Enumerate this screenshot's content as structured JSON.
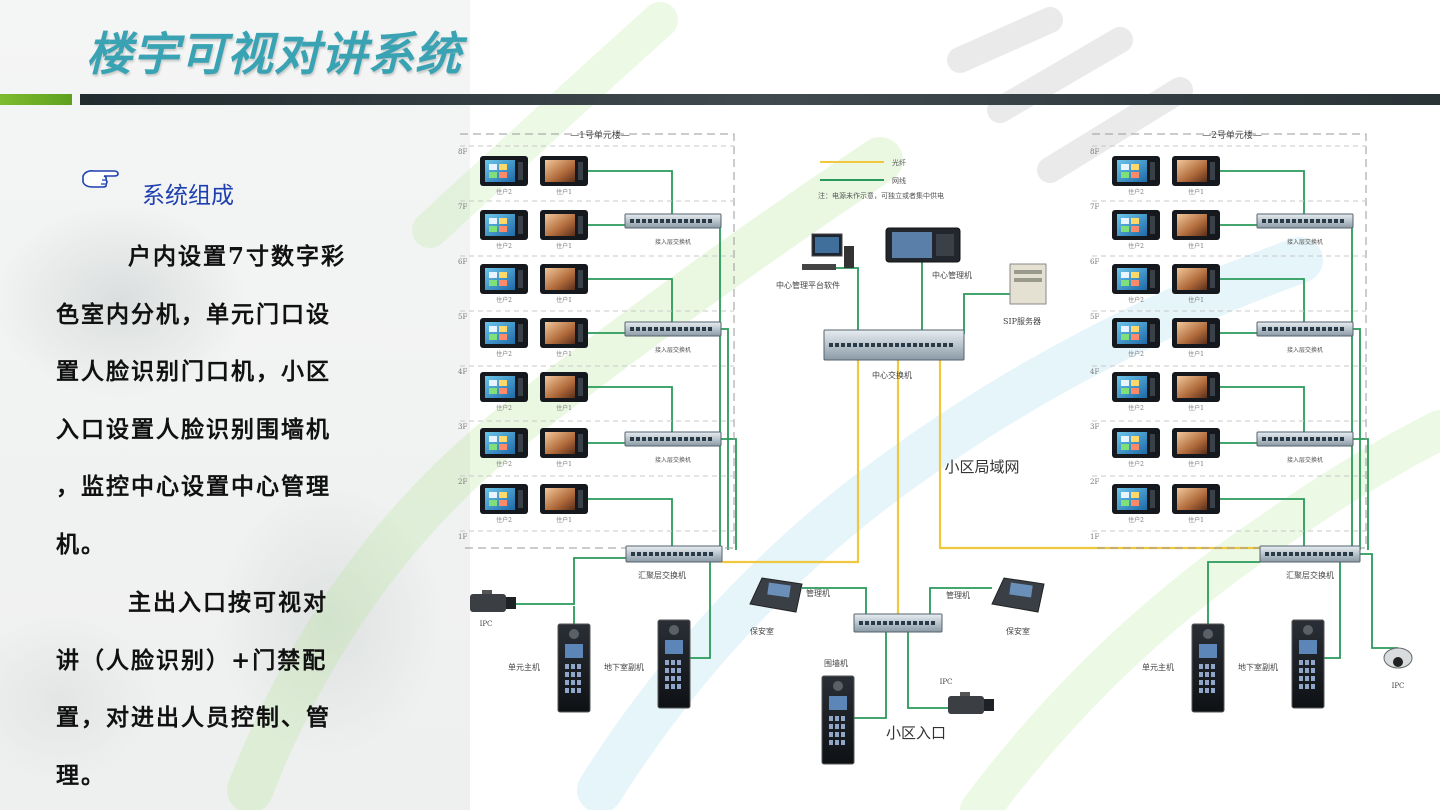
{
  "page": {
    "title": "楼宇可视对讲系统",
    "subhead": "系统组成",
    "para1_lines": [
      "户内设置7寸数字彩",
      "色室内分机，单元门口设",
      "置人脸识别门口机，小区",
      "入口设置人脸识别围墙机",
      "，监控中心设置中心管理",
      "机。"
    ],
    "para2_lines": [
      "主出入口按可视对",
      "讲（人脸识别）+门禁配",
      "置，对进出人员控制、管",
      "理。"
    ]
  },
  "diagram": {
    "building1": "1号单元楼",
    "building2": "2号单元楼",
    "floors": [
      "8F",
      "7F",
      "6F",
      "5F",
      "4F",
      "3F",
      "2F",
      "1F"
    ],
    "resident1": "住户1",
    "resident2": "住户2",
    "access_switch": "接入层交换机",
    "agg_switch": "汇聚层交换机",
    "legend_fiber": "光纤",
    "legend_net": "网线",
    "legend_note": "注：电源未作示意，可独立或者集中供电",
    "pc_label": "中心管理平台软件",
    "center_manager": "中心管理机",
    "sip_server": "SIP服务器",
    "core_switch": "中心交换机",
    "lan": "小区局域网",
    "unit_host": "单元主机",
    "basement": "地下室副机",
    "ipc": "IPC",
    "guard_room": "保安室",
    "manager": "管理机",
    "wall_unit": "围墙机",
    "entrance": "小区入口",
    "colors": {
      "fiber": "#f0c840",
      "net": "#2a9a5a",
      "title": "#3aa3b3",
      "subhead": "#1e3fb0"
    }
  }
}
